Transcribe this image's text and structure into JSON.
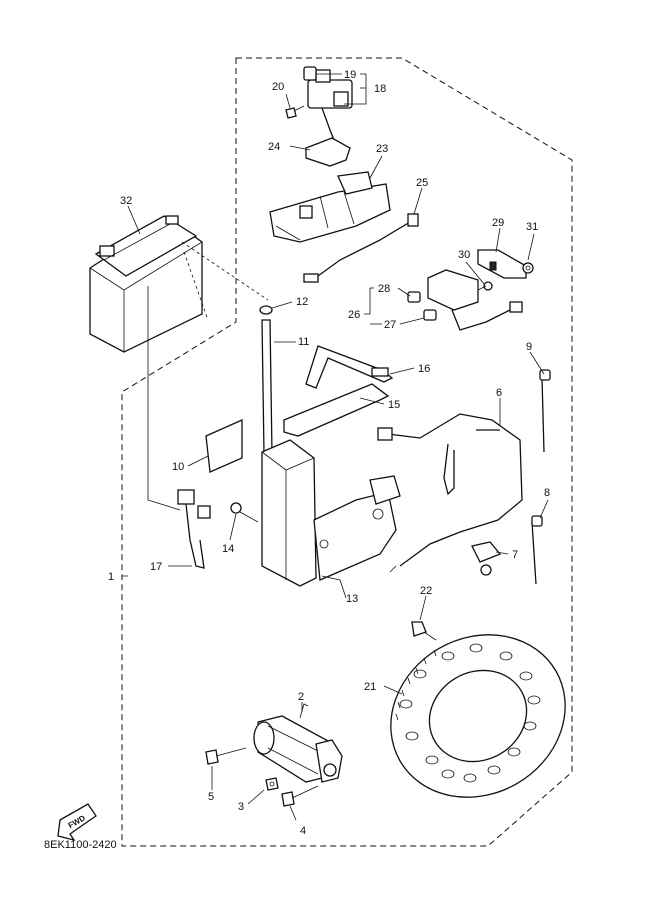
{
  "callouts": {
    "c1": "1",
    "c2": "2",
    "c3": "3",
    "c4": "4",
    "c5": "5",
    "c6": "6",
    "c7": "7",
    "c8": "8",
    "c9": "9",
    "c10": "10",
    "c11": "11",
    "c12": "12",
    "c13": "13",
    "c14": "14",
    "c15": "15",
    "c16": "16",
    "c17": "17",
    "c18": "18",
    "c19": "19",
    "c20": "20",
    "c21": "21",
    "c22": "22",
    "c23": "23",
    "c24": "24",
    "c25": "25",
    "c26": "26",
    "c27": "27",
    "c28": "28",
    "c29": "29",
    "c30": "30",
    "c31": "31",
    "c32": "32"
  },
  "direction_badge": "FWD",
  "catalog_number": "8EK1100-2420"
}
